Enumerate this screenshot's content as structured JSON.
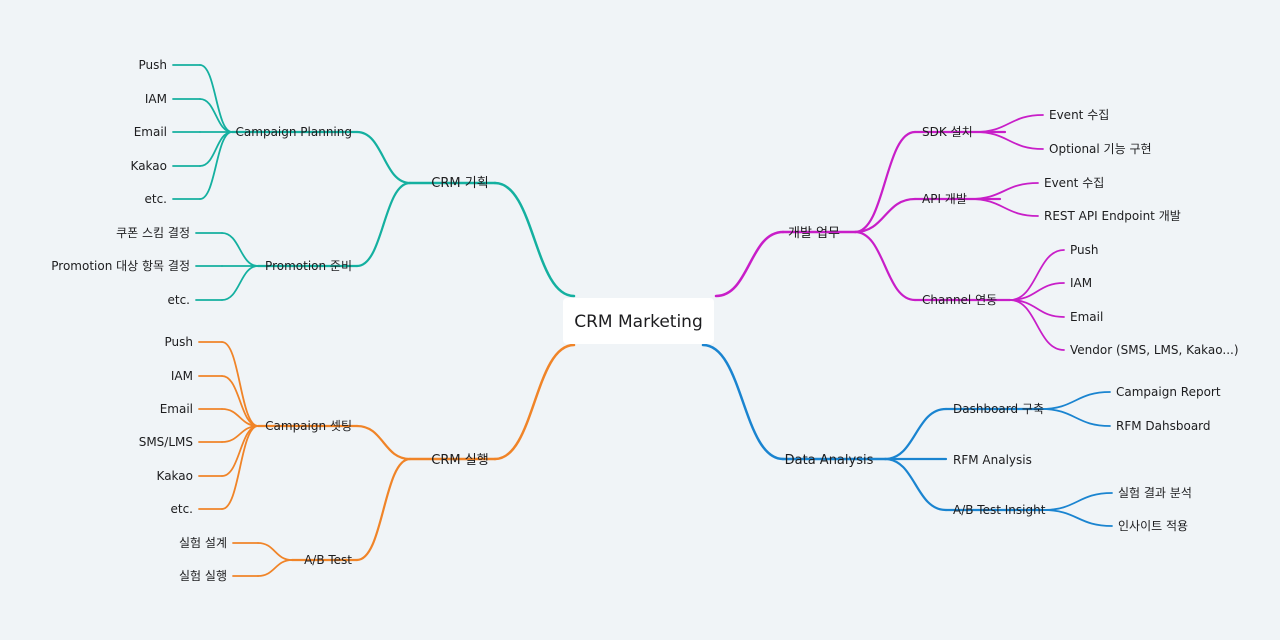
{
  "colors": {
    "planning": "#14b0a0",
    "execution": "#f08428",
    "development": "#c81ec8",
    "analysis": "#1a84d0",
    "background": "#f0f4f7",
    "root_box": "#ffffff"
  },
  "root": "CRM Marketing",
  "branches": [
    {
      "key": "planning",
      "label": "CRM 기획",
      "children": [
        {
          "label": "Campaign Planning",
          "children": [
            "Push",
            "IAM",
            "Email",
            "Kakao",
            "etc."
          ]
        },
        {
          "label": "Promotion 준비",
          "children": [
            "쿠폰 스킴 결정",
            "Promotion 대상 항목 결정",
            "etc."
          ]
        }
      ]
    },
    {
      "key": "execution",
      "label": "CRM 실행",
      "children": [
        {
          "label": "Campaign 셋팅",
          "children": [
            "Push",
            "IAM",
            "Email",
            "SMS/LMS",
            "Kakao",
            "etc."
          ]
        },
        {
          "label": "A/B Test",
          "children": [
            "실험 설계",
            "실험 실행"
          ]
        }
      ]
    },
    {
      "key": "development",
      "label": "개발 업무",
      "children": [
        {
          "label": "SDK 설치",
          "children": [
            "Event 수집",
            "Optional 기능 구현"
          ]
        },
        {
          "label": "API 개발",
          "children": [
            "Event 수집",
            "REST API Endpoint 개발"
          ]
        },
        {
          "label": "Channel 연동",
          "children": [
            "Push",
            "IAM",
            "Email",
            "Vendor (SMS, LMS, Kakao...)"
          ]
        }
      ]
    },
    {
      "key": "analysis",
      "label": "Data Analysis",
      "children": [
        {
          "label": "Dashboard 구축",
          "children": [
            "Campaign Report",
            "RFM Dahsboard"
          ]
        },
        {
          "label": "RFM Analysis",
          "children": []
        },
        {
          "label": "A/B Test Insight",
          "children": [
            "실험 결과 분석",
            "인사이트 적용"
          ]
        }
      ]
    }
  ]
}
